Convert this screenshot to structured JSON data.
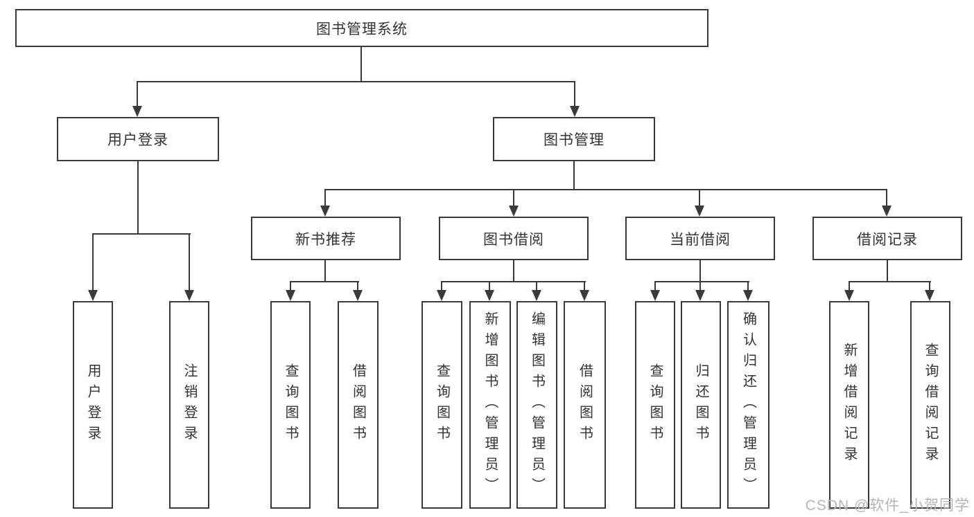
{
  "diagram": {
    "root": {
      "label": "图书管理系统"
    },
    "level2": [
      {
        "label": "用户登录"
      },
      {
        "label": "图书管理"
      }
    ],
    "level3": [
      {
        "label": "新书推荐"
      },
      {
        "label": "图书借阅"
      },
      {
        "label": "当前借阅"
      },
      {
        "label": "借阅记录"
      }
    ],
    "leaves": {
      "user_login": [
        {
          "label": "用户登录"
        },
        {
          "label": "注销登录"
        }
      ],
      "new_book_recommend": [
        {
          "label": "查询图书"
        },
        {
          "label": "借阅图书"
        }
      ],
      "book_borrow": [
        {
          "label": "查询图书"
        },
        {
          "label": "新增图书（管理员）"
        },
        {
          "label": "编辑图书（管理员）"
        },
        {
          "label": "借阅图书"
        }
      ],
      "current_borrow": [
        {
          "label": "查询图书"
        },
        {
          "label": "归还图书"
        },
        {
          "label": "确认归还（管理员）"
        }
      ],
      "borrow_record": [
        {
          "label": "新增借阅记录"
        },
        {
          "label": "查询借阅记录"
        }
      ]
    },
    "watermark": "CSDN @软件_小贺同学",
    "colors": {
      "line": "#3a3a3a",
      "text": "#333333",
      "background": "#ffffff",
      "watermark": "#b5b5b5"
    }
  }
}
